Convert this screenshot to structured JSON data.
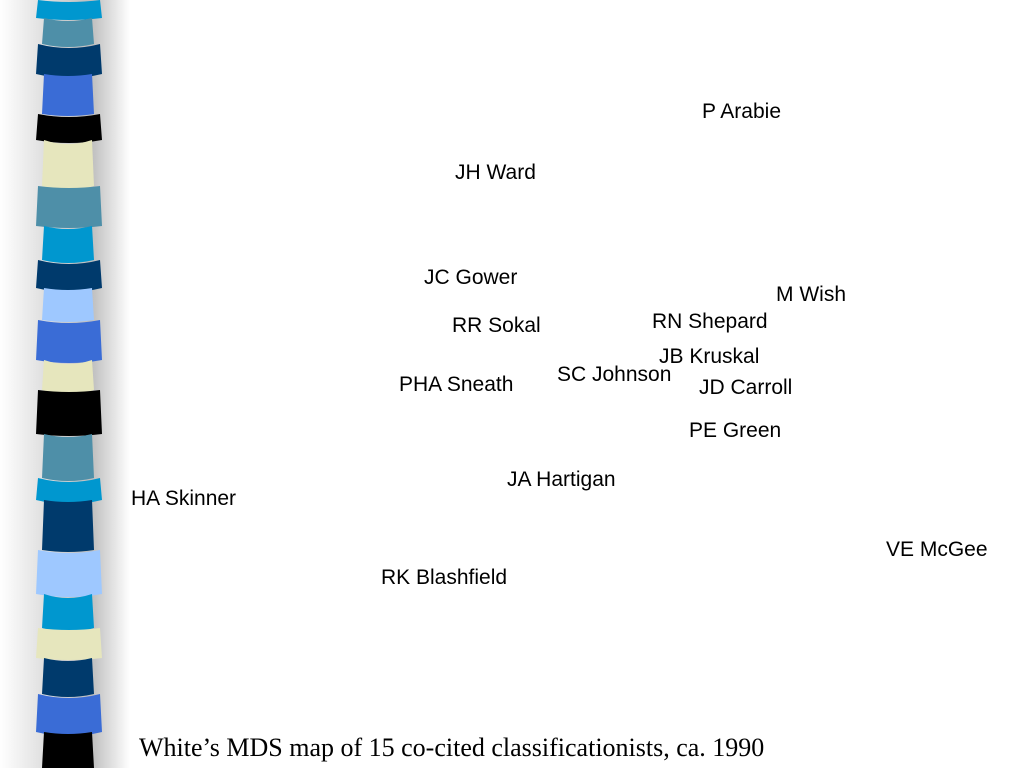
{
  "decoration": {
    "band_colors": [
      "#0097cf",
      "#4e8fa8",
      "#003a6c",
      "#3a6cd6",
      "#000000",
      "#e6e6bd",
      "#9ec8ff"
    ]
  },
  "map": {
    "authors": [
      {
        "name": "P Arabie"
      },
      {
        "name": "JH Ward"
      },
      {
        "name": "JC Gower"
      },
      {
        "name": "M Wish"
      },
      {
        "name": "RN Shepard"
      },
      {
        "name": "RR Sokal"
      },
      {
        "name": "JB Kruskal"
      },
      {
        "name": "SC Johnson"
      },
      {
        "name": "PHA Sneath"
      },
      {
        "name": "JD Carroll"
      },
      {
        "name": "PE Green"
      },
      {
        "name": "JA Hartigan"
      },
      {
        "name": "HA Skinner"
      },
      {
        "name": "VE McGee"
      },
      {
        "name": "RK Blashfield"
      }
    ]
  },
  "caption": "White’s MDS map of 15 co-cited classificationists, ca. 1990"
}
